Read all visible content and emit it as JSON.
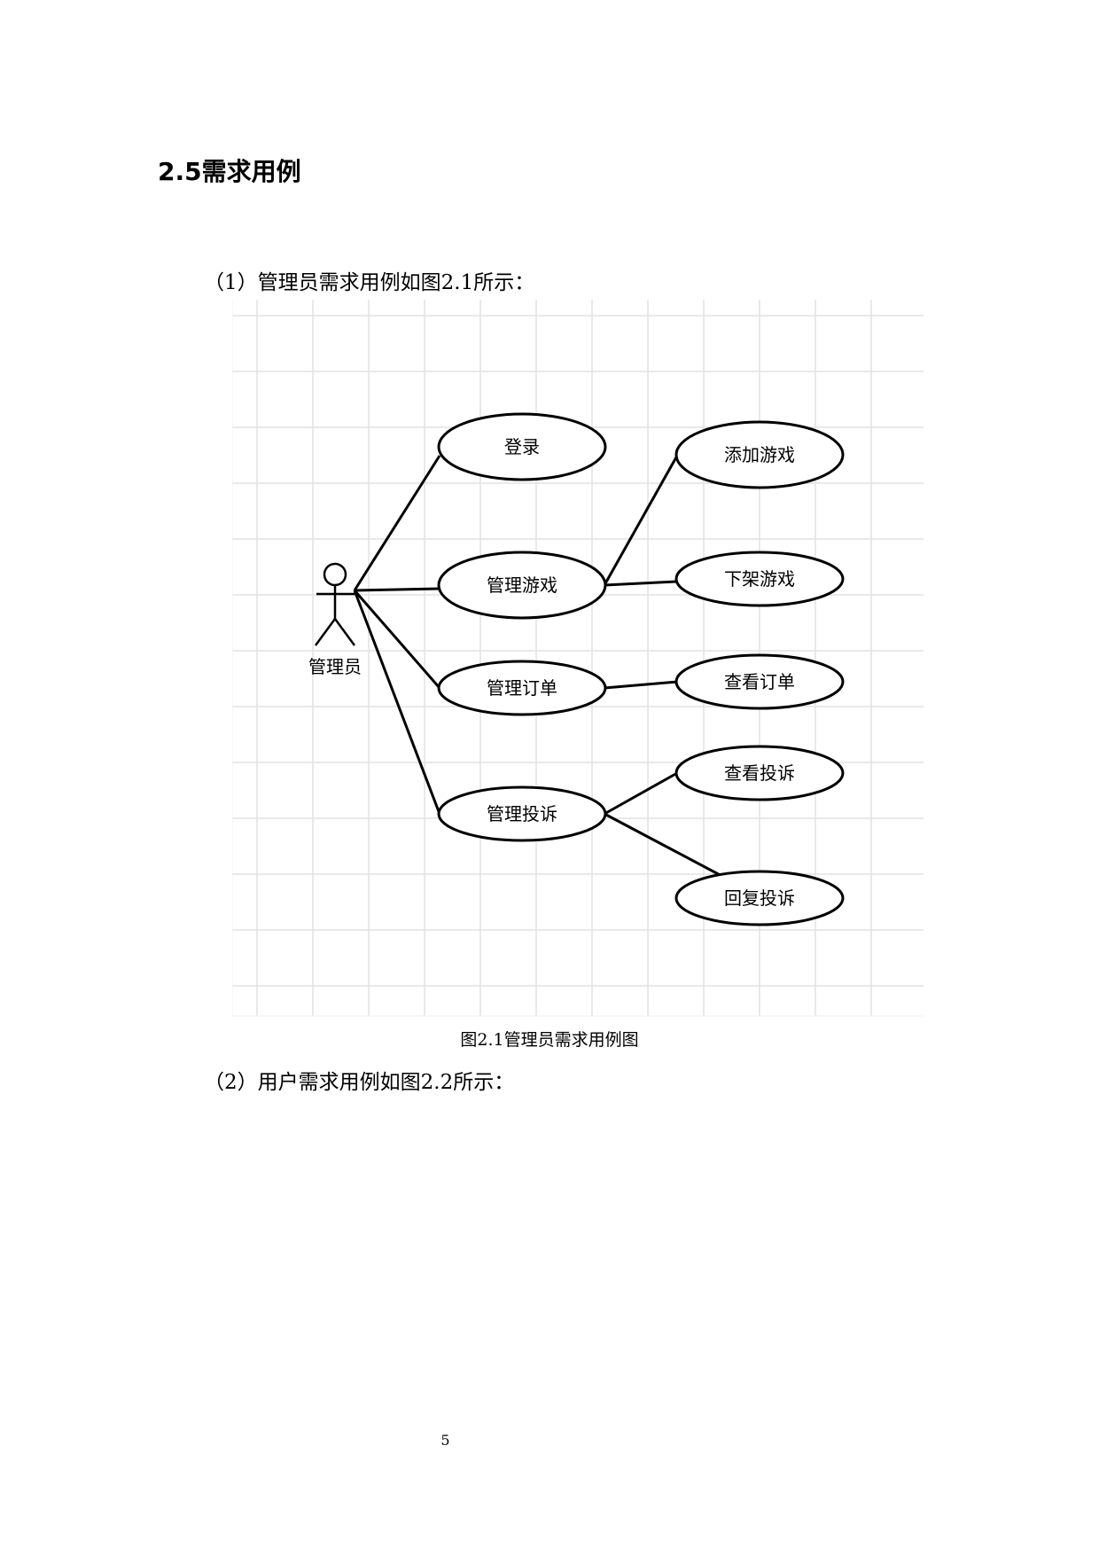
{
  "section": {
    "heading": "2.5需求用例"
  },
  "paragraphs": {
    "p1": "（1）管理员需求用例如图2.1所示：",
    "p2": "（2）用户需求用例如图2.2所示："
  },
  "diagram": {
    "actor_label": "管理员",
    "use_cases": {
      "login": "登录",
      "manage_games": "管理游戏",
      "manage_orders": "管理订单",
      "manage_complaints": "管理投诉",
      "add_game": "添加游戏",
      "remove_game": "下架游戏",
      "view_orders": "查看订单",
      "view_complaints": "查看投诉",
      "reply_complaints": "回复投诉"
    }
  },
  "caption": "图2.1管理员需求用例图",
  "page_number": "5"
}
